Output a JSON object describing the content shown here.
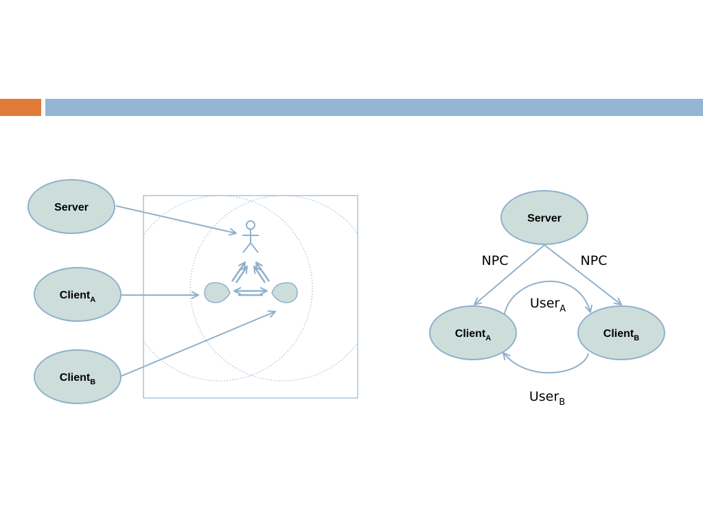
{
  "colors": {
    "accent_orange": "#E07B39",
    "accent_blue": "#94B6D2",
    "node_fill": "#CDDDDA",
    "node_stroke": "#8FB0CC",
    "line": "#8FB0CC"
  },
  "left_diagram": {
    "nodes": {
      "server": "Server",
      "client_a": {
        "base": "Client",
        "sub": "A"
      },
      "client_b": {
        "base": "Client",
        "sub": "B"
      }
    }
  },
  "right_diagram": {
    "nodes": {
      "server": "Server",
      "client_a": {
        "base": "Client",
        "sub": "A"
      },
      "client_b": {
        "base": "Client",
        "sub": "B"
      }
    },
    "edge_labels": {
      "npc_left": "NPC",
      "npc_right": "NPC",
      "user_a": {
        "base": "User",
        "sub": "A"
      },
      "user_b": {
        "base": "User",
        "sub": "B"
      }
    }
  }
}
